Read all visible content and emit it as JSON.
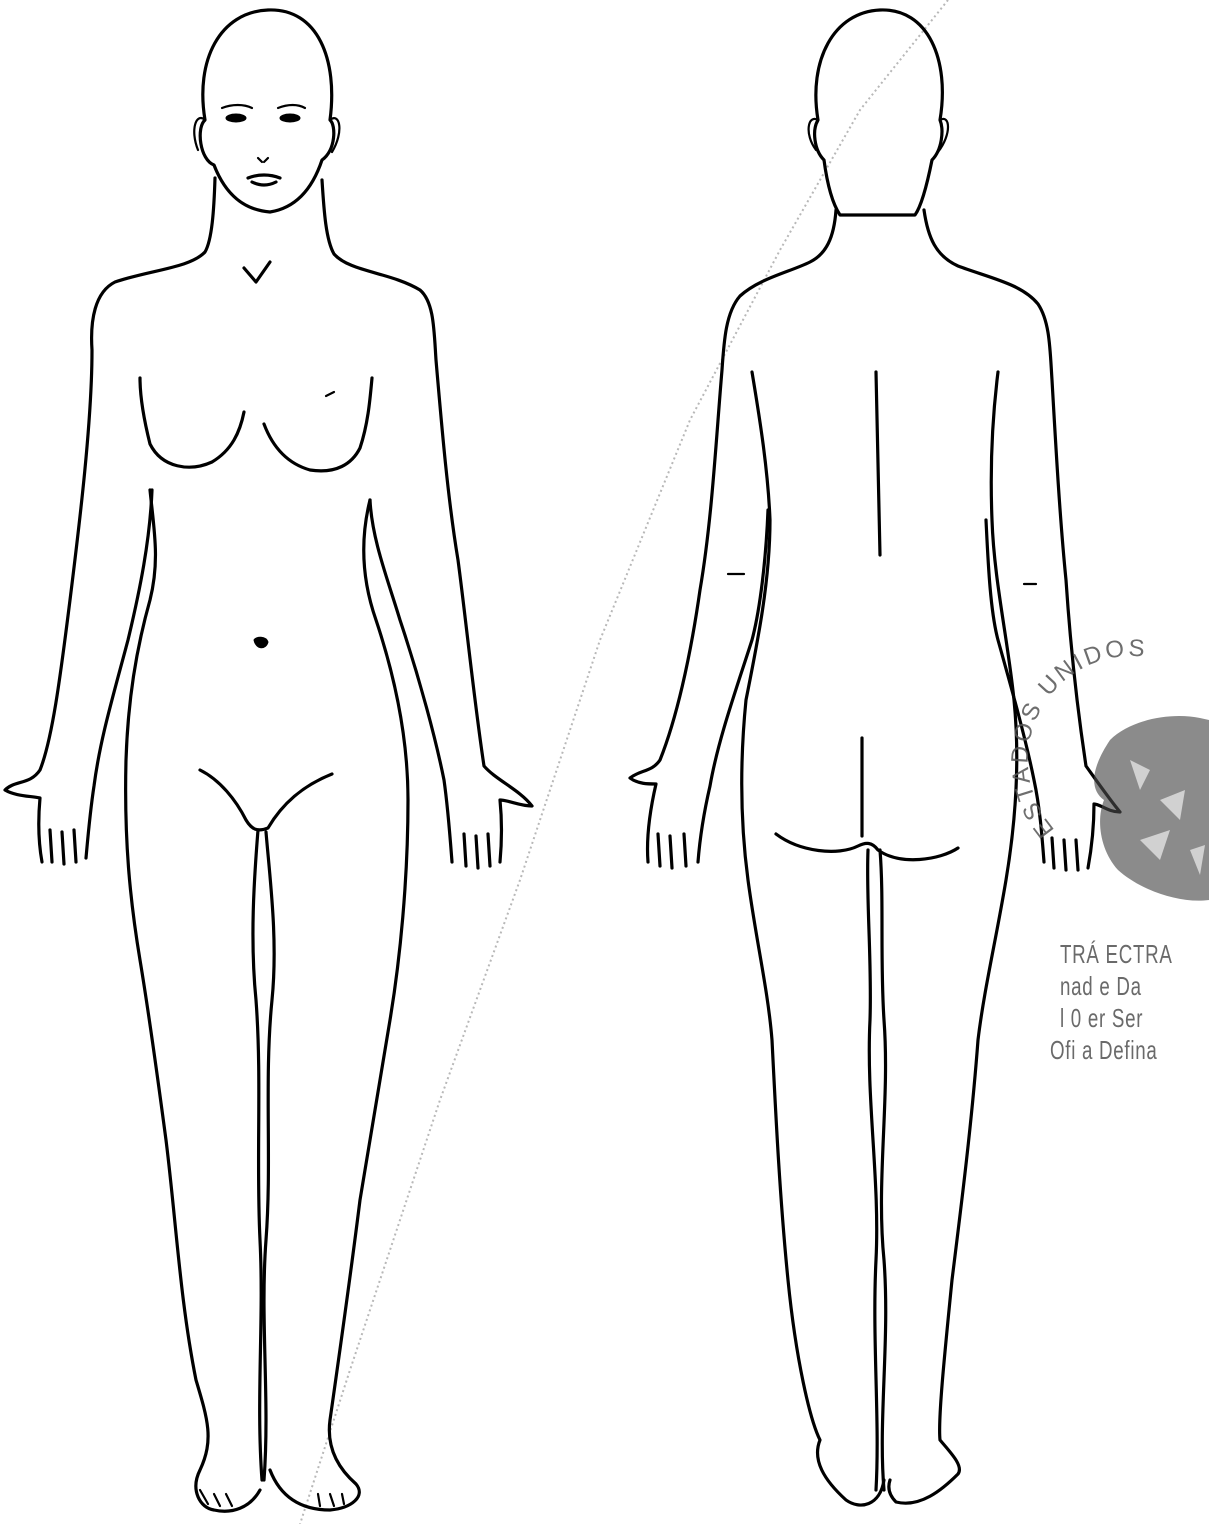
{
  "figure": {
    "views": [
      {
        "id": "front",
        "label": ""
      },
      {
        "id": "back",
        "label": ""
      }
    ]
  },
  "stamp": {
    "seal_text": "ESTADOS UNIDOS",
    "lines": [
      "TRÁ  ECTRA",
      "nad   e Da",
      "l 0   er Ser",
      "Ofi  a Defina"
    ]
  },
  "colors": {
    "line": "#000000",
    "stamp": "#6a6a6a",
    "background": "#ffffff"
  }
}
